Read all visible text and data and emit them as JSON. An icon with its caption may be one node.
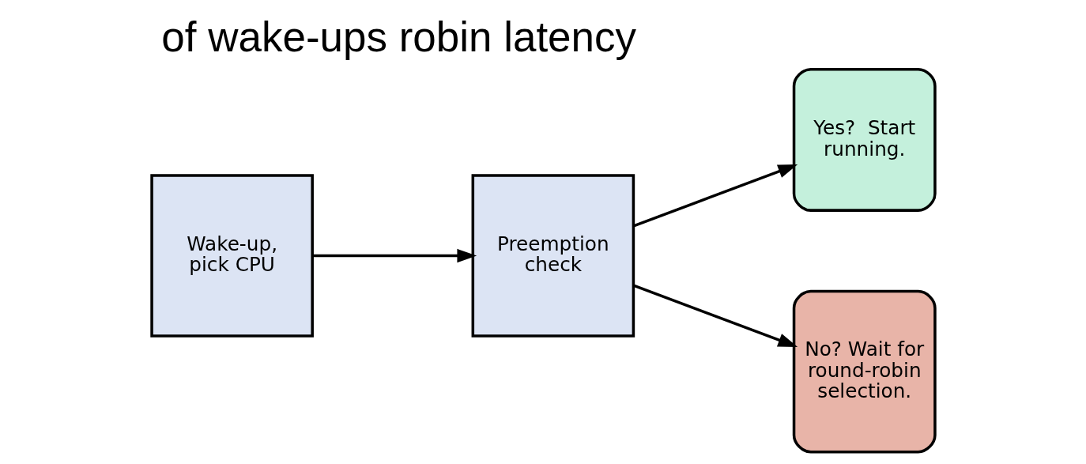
{
  "diagram": {
    "title": "of wake-ups robin latency",
    "nodes": [
      {
        "text": [
          "Wake-up, pick CPU"
        ]
      },
      {
        "text": [
          "Preemption check"
        ]
      },
      {
        "text": [
          "Yes?  Start running."
        ]
      },
      {
        "text": [
          "No? Wait for round-robin selection."
        ]
      }
    ],
    "edges": [
      {
        "from": 0,
        "to": 1,
        "arrow": "to"
      },
      {
        "from": 1,
        "to": 2,
        "arrow": "to"
      },
      {
        "from": 1,
        "to": 3,
        "arrow": "to"
      }
    ]
  }
}
